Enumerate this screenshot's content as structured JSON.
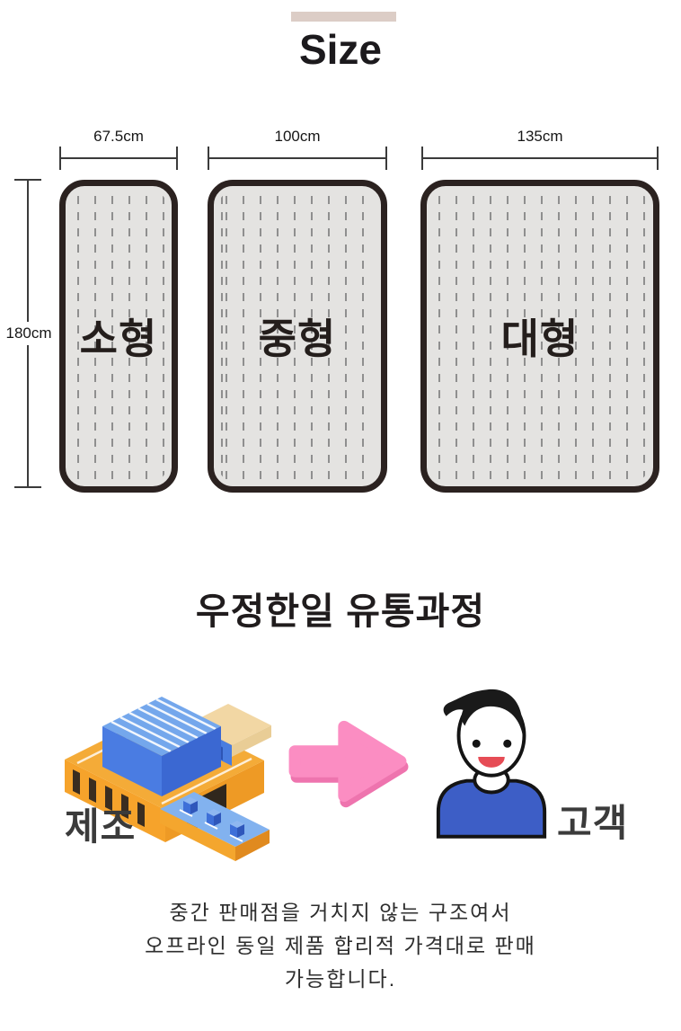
{
  "size_section": {
    "title": "Size",
    "accent_bar_color": "#dccdc6",
    "height_label": "180cm",
    "mats": [
      {
        "width_label": "67.5cm",
        "name": "소형"
      },
      {
        "width_label": "100cm",
        "name": "중형"
      },
      {
        "width_label": "135cm",
        "name": "대형"
      }
    ],
    "colors": {
      "mat_fill": "#e4e3e1",
      "mat_border": "#2b2220",
      "dash": "#8f8f8f",
      "dimension_line": "#3b3b3b"
    }
  },
  "process_section": {
    "title": "우정한일 유통과정",
    "steps": [
      {
        "label": "제조",
        "icon": "factory-icon"
      },
      {
        "label": "고객",
        "icon": "customer-icon"
      }
    ],
    "arrow_color": "#fb8dc2",
    "illustration_colors": {
      "factory_orange": "#f4a62e",
      "factory_blue": "#4a7ce2",
      "factory_tan": "#f2d7a4",
      "customer_shirt_blue": "#3d5ec6",
      "customer_mouth_red": "#e64c55"
    },
    "description_lines": {
      "line1": "중간 판매점을 거치지 않는 구조여서",
      "line2": "오프라인 동일 제품 합리적 가격대로 판매",
      "line3": "가능합니다."
    }
  }
}
